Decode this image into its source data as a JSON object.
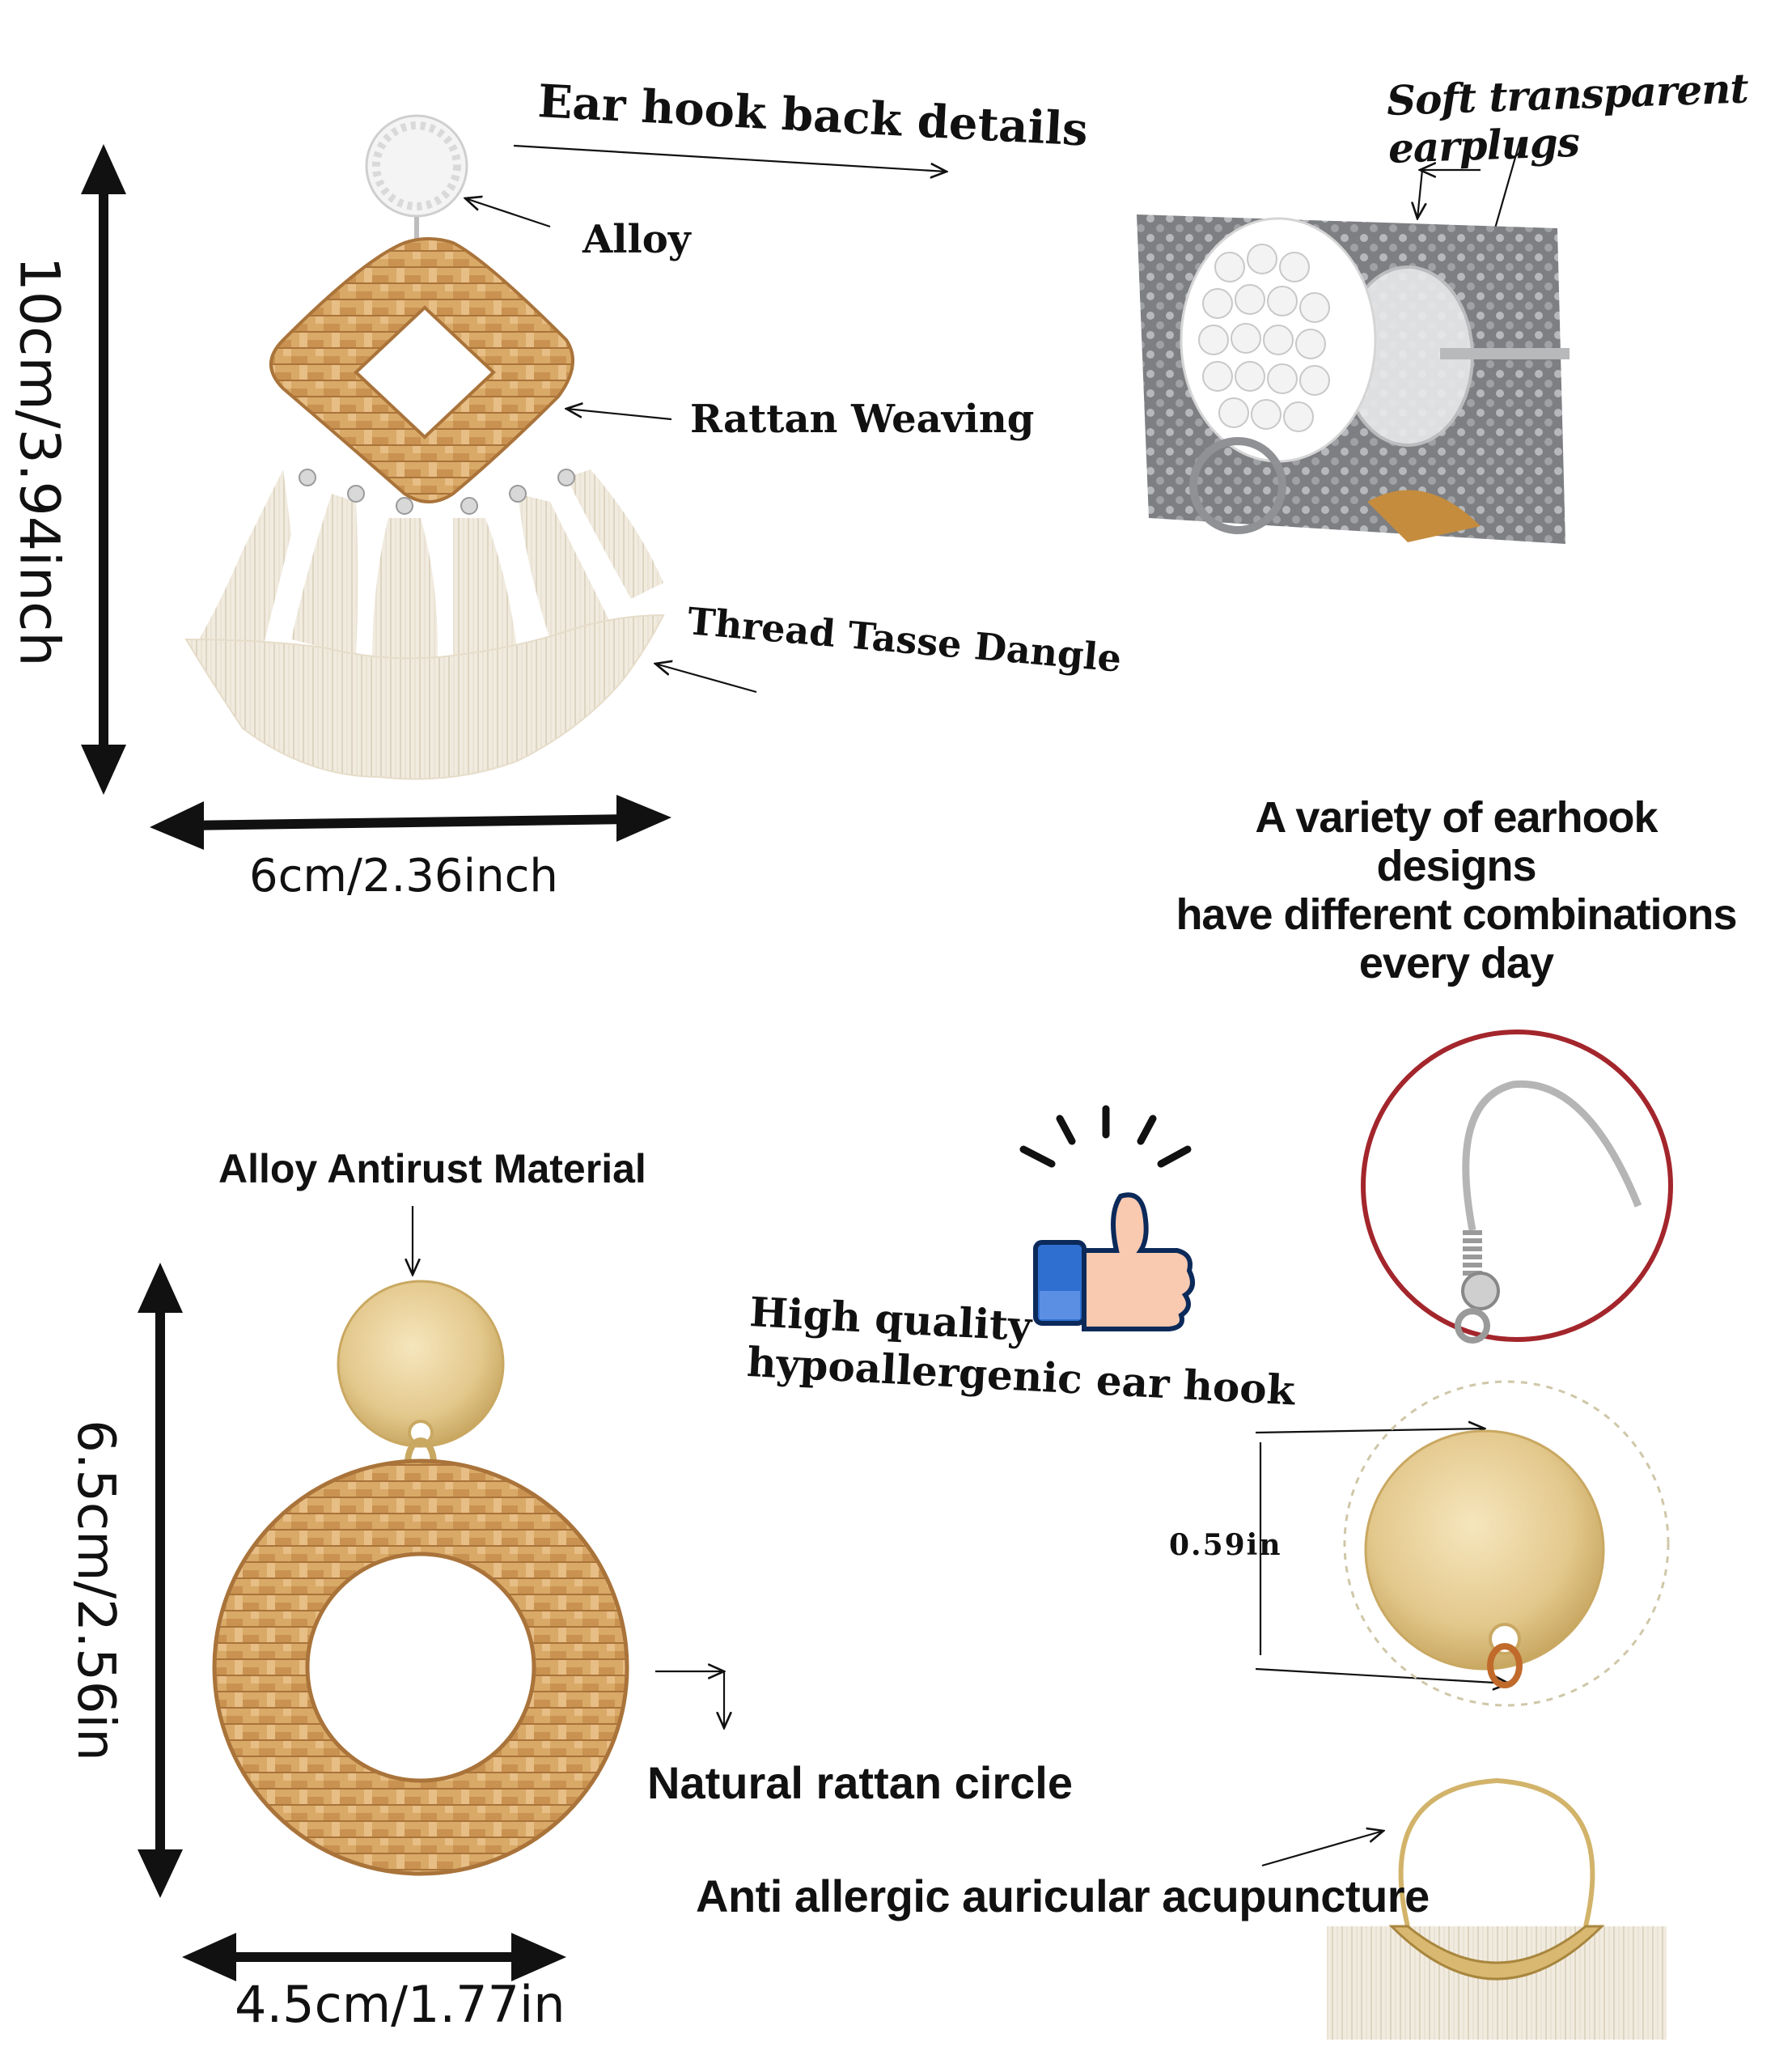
{
  "top": {
    "height_label": "10cm/3.94inch",
    "width_label": "6cm/2.36inch",
    "ear_hook_back_details": "Ear hook back details",
    "alloy": "Alloy",
    "rattan_weaving": "Rattan Weaving",
    "thread_tassel_dangle": "Thread Tasse Dangle",
    "soft_transparent_earplugs": "Soft transparent earplugs",
    "variety_line1": "A variety of earhook designs",
    "variety_line2": "have different combinations",
    "variety_line3": "every day"
  },
  "bottom": {
    "alloy_antirust": "Alloy Antirust Material",
    "height_label": "6.5cm/2.56in",
    "width_label": "4.5cm/1.77in",
    "natural_rattan_circle": "Natural rattan circle",
    "high_quality_line1": "High quality",
    "high_quality_line2": "hypoallergenic ear hook",
    "disc_size": "0.59in",
    "anti_allergic": "Anti allergic auricular acupuncture"
  },
  "colors": {
    "rattan": "#d9a967",
    "rattan_dark": "#b77f3c",
    "tassel": "#f1ebdf",
    "gold": "#e3c88c",
    "red_circle": "#a3262c",
    "thumb_blue": "#2f6fd0",
    "skin": "#f9c9b0"
  },
  "icons": [
    "thumbs-up-icon",
    "sparkle-lines-icon"
  ]
}
